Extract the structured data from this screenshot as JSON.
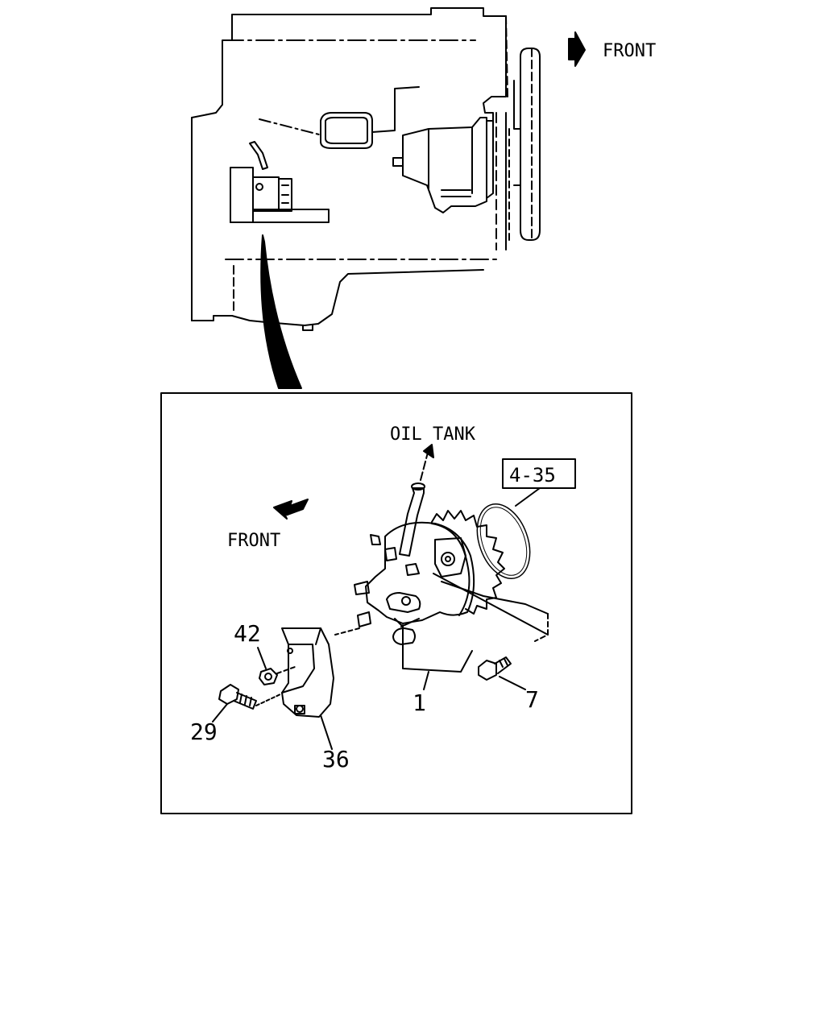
{
  "overview": {
    "front_label": "FRONT"
  },
  "detail": {
    "oil_tank_label": "OIL TANK",
    "front_label": "FRONT",
    "ref_box_label": "4-35",
    "callouts": {
      "part_1": "1",
      "part_7": "7",
      "part_29": "29",
      "part_36": "36",
      "part_42": "42"
    }
  }
}
